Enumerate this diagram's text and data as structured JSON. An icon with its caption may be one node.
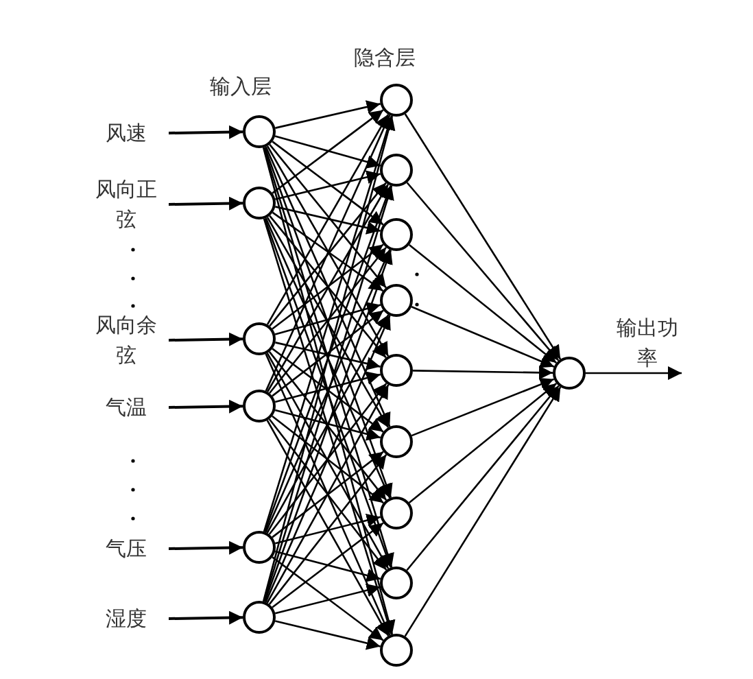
{
  "diagram": {
    "nodes": [
      {
        "text": [
          "风速"
        ]
      },
      {
        "text": [
          "风向正弦"
        ]
      },
      {
        "text": [
          "风向余弦"
        ]
      },
      {
        "text": [
          "气温"
        ]
      },
      {
        "text": [
          "气压"
        ]
      },
      {
        "text": [
          "湿度"
        ]
      },
      {
        "text": [],
        "shape": "circle"
      },
      {
        "text": [],
        "shape": "circle"
      },
      {
        "text": [],
        "shape": "circle"
      },
      {
        "text": [],
        "shape": "circle"
      },
      {
        "text": [],
        "shape": "circle"
      },
      {
        "text": [],
        "shape": "circle"
      },
      {
        "text": [],
        "shape": "circle"
      },
      {
        "text": [],
        "shape": "circle"
      },
      {
        "text": [],
        "shape": "circle"
      },
      {
        "text": [],
        "shape": "circle"
      },
      {
        "text": [],
        "shape": "circle"
      },
      {
        "text": [],
        "shape": "circle"
      },
      {
        "text": [],
        "shape": "circle"
      },
      {
        "text": [],
        "shape": "circle"
      },
      {
        "text": [],
        "shape": "circle"
      },
      {
        "text": [],
        "shape": "circle"
      }
    ],
    "edges": [
      {
        "from": 0,
        "to": 6,
        "arrow": "to"
      },
      {
        "from": 1,
        "to": 7,
        "arrow": "to"
      },
      {
        "from": 2,
        "to": 8,
        "arrow": "to"
      },
      {
        "from": 3,
        "to": 9,
        "arrow": "to"
      },
      {
        "from": 4,
        "to": 10,
        "arrow": "to"
      },
      {
        "from": 5,
        "to": 11,
        "arrow": "to"
      },
      {
        "from": 6,
        "to": 12,
        "arrow": "to"
      },
      {
        "from": 6,
        "to": 13,
        "arrow": "to"
      },
      {
        "from": 6,
        "to": 14,
        "arrow": "to"
      },
      {
        "from": 6,
        "to": 15,
        "arrow": "to"
      },
      {
        "from": 6,
        "to": 16,
        "arrow": "to"
      },
      {
        "from": 6,
        "to": 17,
        "arrow": "to"
      },
      {
        "from": 6,
        "to": 18,
        "arrow": "to"
      },
      {
        "from": 6,
        "to": 19,
        "arrow": "to"
      },
      {
        "from": 6,
        "to": 20,
        "arrow": "to"
      },
      {
        "from": 7,
        "to": 12,
        "arrow": "to"
      },
      {
        "from": 7,
        "to": 13,
        "arrow": "to"
      },
      {
        "from": 7,
        "to": 14,
        "arrow": "to"
      },
      {
        "from": 7,
        "to": 15,
        "arrow": "to"
      },
      {
        "from": 7,
        "to": 16,
        "arrow": "to"
      },
      {
        "from": 7,
        "to": 17,
        "arrow": "to"
      },
      {
        "from": 7,
        "to": 18,
        "arrow": "to"
      },
      {
        "from": 7,
        "to": 19,
        "arrow": "to"
      },
      {
        "from": 7,
        "to": 20,
        "arrow": "to"
      },
      {
        "from": 8,
        "to": 12,
        "arrow": "to"
      },
      {
        "from": 8,
        "to": 13,
        "arrow": "to"
      },
      {
        "from": 8,
        "to": 14,
        "arrow": "to"
      },
      {
        "from": 8,
        "to": 15,
        "arrow": "to"
      },
      {
        "from": 8,
        "to": 16,
        "arrow": "to"
      },
      {
        "from": 8,
        "to": 17,
        "arrow": "to"
      },
      {
        "from": 8,
        "to": 18,
        "arrow": "to"
      },
      {
        "from": 8,
        "to": 19,
        "arrow": "to"
      },
      {
        "from": 8,
        "to": 20,
        "arrow": "to"
      },
      {
        "from": 9,
        "to": 12,
        "arrow": "to"
      },
      {
        "from": 9,
        "to": 13,
        "arrow": "to"
      },
      {
        "from": 9,
        "to": 14,
        "arrow": "to"
      },
      {
        "from": 9,
        "to": 15,
        "arrow": "to"
      },
      {
        "from": 9,
        "to": 16,
        "arrow": "to"
      },
      {
        "from": 9,
        "to": 17,
        "arrow": "to"
      },
      {
        "from": 9,
        "to": 18,
        "arrow": "to"
      },
      {
        "from": 9,
        "to": 19,
        "arrow": "to"
      },
      {
        "from": 9,
        "to": 20,
        "arrow": "to"
      },
      {
        "from": 10,
        "to": 12,
        "arrow": "to"
      },
      {
        "from": 10,
        "to": 13,
        "arrow": "to"
      },
      {
        "from": 10,
        "to": 14,
        "arrow": "to"
      },
      {
        "from": 10,
        "to": 15,
        "arrow": "to"
      },
      {
        "from": 10,
        "to": 16,
        "arrow": "to"
      },
      {
        "from": 10,
        "to": 17,
        "arrow": "to"
      },
      {
        "from": 10,
        "to": 18,
        "arrow": "to"
      },
      {
        "from": 10,
        "to": 19,
        "arrow": "to"
      },
      {
        "from": 10,
        "to": 20,
        "arrow": "to"
      },
      {
        "from": 11,
        "to": 12,
        "arrow": "to"
      },
      {
        "from": 11,
        "to": 13,
        "arrow": "to"
      },
      {
        "from": 11,
        "to": 14,
        "arrow": "to"
      },
      {
        "from": 11,
        "to": 15,
        "arrow": "to"
      },
      {
        "from": 11,
        "to": 16,
        "arrow": "to"
      },
      {
        "from": 11,
        "to": 17,
        "arrow": "to"
      },
      {
        "from": 11,
        "to": 18,
        "arrow": "to"
      },
      {
        "from": 11,
        "to": 19,
        "arrow": "to"
      },
      {
        "from": 11,
        "to": 20,
        "arrow": "to"
      },
      {
        "from": 12,
        "to": 21,
        "arrow": "to"
      },
      {
        "from": 13,
        "to": 21,
        "arrow": "to"
      },
      {
        "from": 14,
        "to": 21,
        "arrow": "to"
      },
      {
        "from": 15,
        "to": 21,
        "arrow": "to"
      },
      {
        "from": 16,
        "to": 21,
        "arrow": "to"
      },
      {
        "from": 17,
        "to": 21,
        "arrow": "to"
      },
      {
        "from": 18,
        "to": 21,
        "arrow": "to"
      },
      {
        "from": 19,
        "to": 21,
        "arrow": "to"
      },
      {
        "from": 20,
        "to": 21,
        "arrow": "to"
      },
      {
        "from": 21,
        "to": null,
        "arrow": "to",
        "label": "输出功率"
      }
    ],
    "labels": [
      "输入层",
      "隐含层"
    ]
  }
}
